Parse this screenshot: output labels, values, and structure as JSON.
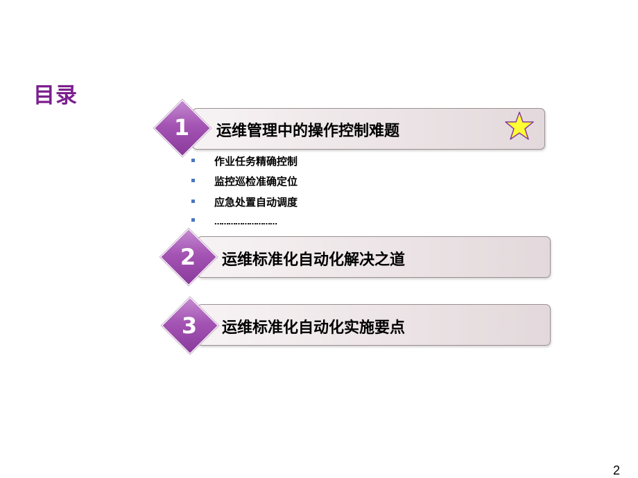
{
  "title": "目录",
  "sections": [
    {
      "number": "1",
      "label": "运维管理中的操作控制难题"
    },
    {
      "number": "2",
      "label": "运维标准化自动化解决之道"
    },
    {
      "number": "3",
      "label": "运维标准化自动化实施要点"
    }
  ],
  "subitems": [
    "作业任务精确控制",
    "监控巡检准确定位",
    "应急处置自动调度",
    "………………………"
  ],
  "page_number": "2",
  "colors": {
    "title": "#7b1f8e",
    "diamond": "#a454b3",
    "star": "#ffff33",
    "bullet": "#4a76c0"
  }
}
